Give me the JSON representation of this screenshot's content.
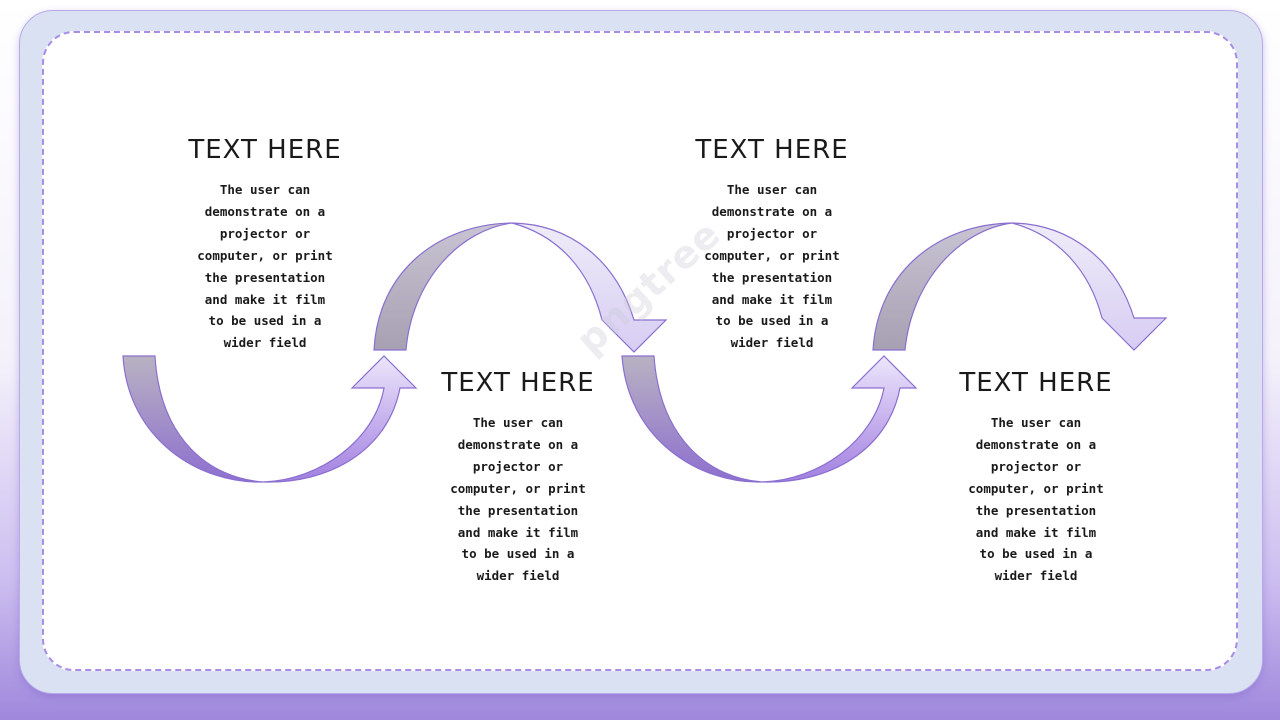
{
  "steps": [
    {
      "heading": "TEXT HERE",
      "body": "The user can\ndemonstrate on a\nprojector or\ncomputer, or print\nthe presentation\nand make it film\nto be used in a\nwider field"
    },
    {
      "heading": "TEXT HERE",
      "body": "The user can\ndemonstrate on a\nprojector or\ncomputer, or print\nthe presentation\nand make it film\nto be used in a\nwider field"
    },
    {
      "heading": "TEXT HERE",
      "body": "The user can\ndemonstrate on a\nprojector or\ncomputer, or print\nthe presentation\nand make it film\nto be used in a\nwider field"
    },
    {
      "heading": "TEXT HERE",
      "body": "The user can\ndemonstrate on a\nprojector or\ncomputer, or print\nthe presentation\nand make it film\nto be used in a\nwider field"
    }
  ],
  "watermark": "pngtree",
  "colors": {
    "frame": "#d9e1f3",
    "frame_border": "#b9a9ea",
    "dashed_border": "#a98ce6",
    "arrow_gray": "#a9a4b4",
    "arrow_purple": "#8f6fd6",
    "arrow_light": "#eeebfa",
    "arrow_stroke": "#7f62cf"
  }
}
